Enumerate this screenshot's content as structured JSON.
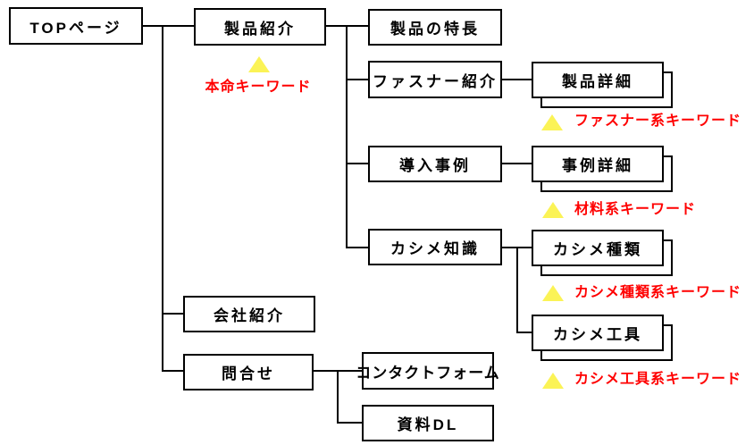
{
  "diagram": {
    "nodes": {
      "top_page": {
        "label": "TOPページ"
      },
      "product_intro": {
        "label": "製品紹介"
      },
      "product_features": {
        "label": "製品の特長"
      },
      "fastener_intro": {
        "label": "ファスナー紹介"
      },
      "product_detail": {
        "label": "製品詳細",
        "stacked": true
      },
      "case_studies": {
        "label": "導入事例"
      },
      "case_detail": {
        "label": "事例詳細",
        "stacked": true
      },
      "kashime_knowledge": {
        "label": "カシメ知識"
      },
      "kashime_types": {
        "label": "カシメ種類",
        "stacked": true
      },
      "kashime_tools": {
        "label": "カシメ工具",
        "stacked": true
      },
      "company_intro": {
        "label": "会社紹介"
      },
      "contact": {
        "label": "問合せ"
      },
      "contact_form": {
        "label": "コンタクトフォーム"
      },
      "document_dl": {
        "label": "資料DL"
      }
    },
    "annotations": {
      "main": {
        "label": "本命キーワード"
      },
      "fastener": {
        "label": "ファスナー系キーワード"
      },
      "material": {
        "label": "材料系キーワード"
      },
      "kashime_type": {
        "label": "カシメ種類系キーワード"
      },
      "kashime_tool": {
        "label": "カシメ工具系キーワード"
      }
    },
    "colors": {
      "line": "#000000",
      "keyword_text": "#ff0000",
      "triangle": "#fbf356",
      "box_fill": "#ffffff"
    }
  }
}
